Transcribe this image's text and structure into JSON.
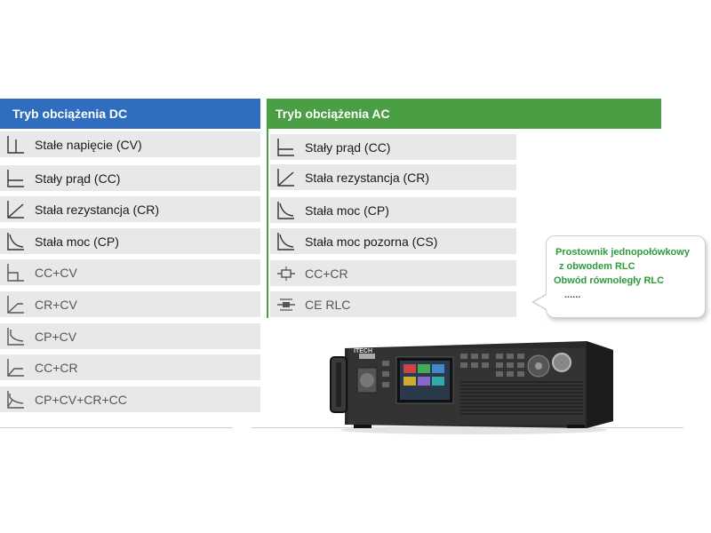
{
  "dc_panel": {
    "title": "Tryb obciążenia DC",
    "header_color": "#2f6dbf",
    "modes": [
      {
        "label": "Stałe napięcie (CV)",
        "icon": "cv-curve-icon"
      },
      {
        "label": "Stały prąd (CC)",
        "icon": "cc-curve-icon"
      },
      {
        "label": "Stała rezystancja (CR)",
        "icon": "cr-curve-icon"
      },
      {
        "label": "Stała moc (CP)",
        "icon": "cp-curve-icon"
      },
      {
        "label": "CC+CV",
        "icon": "cc-cv-curve-icon"
      },
      {
        "label": "CR+CV",
        "icon": "cr-cv-curve-icon"
      },
      {
        "label": "CP+CV",
        "icon": "cp-cv-curve-icon"
      },
      {
        "label": "CC+CR",
        "icon": "cc-cr-curve-icon"
      },
      {
        "label": "CP+CV+CR+CC",
        "icon": "cp-cv-cr-cc-curve-icon"
      }
    ]
  },
  "ac_panel": {
    "title": "Tryb obciążenia AC",
    "header_color": "#4a9e43",
    "modes": [
      {
        "label": "Stały prąd (CC)",
        "icon": "cc-curve-icon"
      },
      {
        "label": "Stała rezystancja (CR)",
        "icon": "cr-curve-icon"
      },
      {
        "label": "Stała moc (CP)",
        "icon": "cp-curve-icon"
      },
      {
        "label": "Stała moc pozorna (CS)",
        "icon": "cs-curve-icon"
      },
      {
        "label": "CC+CR",
        "icon": "cc-cr-circuit-icon"
      },
      {
        "label": "CE  RLC",
        "icon": "rlc-circuit-icon"
      }
    ]
  },
  "bubble": {
    "line1": "Prostownik jednopołówkowy",
    "line2": "z obwodem RLC",
    "line3": "Obwód równoległy RLC",
    "line4": "......",
    "text_color": "#2e9a3b"
  },
  "device": {
    "brand": "ITECH"
  }
}
